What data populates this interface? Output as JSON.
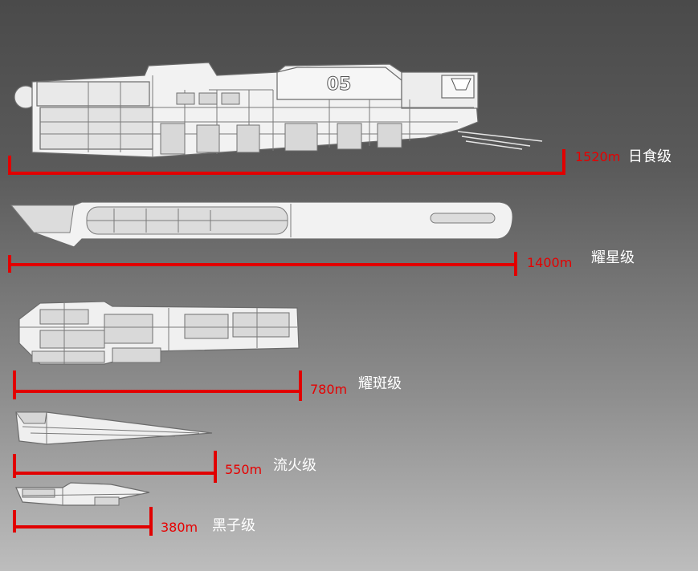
{
  "ships": [
    {
      "id": "rishi",
      "class_name": "日食级",
      "length_label": "1520m"
    },
    {
      "id": "yaoxing",
      "class_name": "耀星级",
      "length_label": "1400m"
    },
    {
      "id": "yaoban",
      "class_name": "耀斑级",
      "length_label": "780m"
    },
    {
      "id": "liuhuo",
      "class_name": "流火级",
      "length_label": "550m"
    },
    {
      "id": "heizi",
      "class_name": "黑子级",
      "length_label": "380m"
    }
  ],
  "hull_marking": "05",
  "colors": {
    "scale_red": "#e10000",
    "hull_light": "#f2f2f2",
    "hull_shade": "#c9c9c9",
    "outline": "#6b6b6b"
  }
}
